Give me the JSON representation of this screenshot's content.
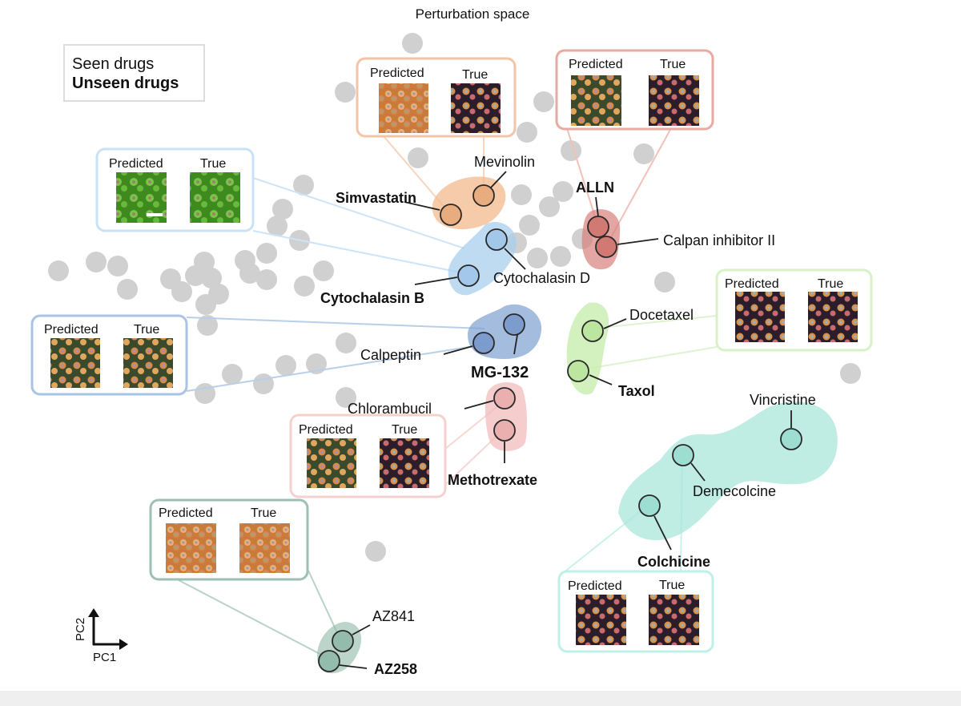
{
  "figure": {
    "title": "Perturbation space",
    "legend": {
      "seen": "Seen drugs",
      "unseen": "Unseen drugs"
    },
    "axes": {
      "y": "PC2",
      "x": "PC1"
    }
  },
  "panel_labels": {
    "predicted": "Predicted",
    "true": "True"
  },
  "clusters": [
    {
      "id": "statins",
      "color": "#f2b98c",
      "drugs": [
        {
          "name": "Simvastatin",
          "unseen": true
        },
        {
          "name": "Mevinolin",
          "unseen": false
        }
      ]
    },
    {
      "id": "calpain",
      "color": "#d9807a",
      "drugs": [
        {
          "name": "ALLN",
          "unseen": true
        },
        {
          "name": "Calpan inhibitor II",
          "unseen": false
        }
      ]
    },
    {
      "id": "actin",
      "color": "#a9cfee",
      "drugs": [
        {
          "name": "Cytochalasin D",
          "unseen": false
        },
        {
          "name": "Cytochalasin B",
          "unseen": true
        }
      ]
    },
    {
      "id": "proteasome",
      "color": "#7e9fd0",
      "drugs": [
        {
          "name": "Calpeptin",
          "unseen": false
        },
        {
          "name": "MG-132",
          "unseen": true
        }
      ]
    },
    {
      "id": "microtubule-stab",
      "color": "#c4ecaa",
      "drugs": [
        {
          "name": "Docetaxel",
          "unseen": false
        },
        {
          "name": "Taxol",
          "unseen": true
        }
      ]
    },
    {
      "id": "dna",
      "color": "#f1bcbc",
      "drugs": [
        {
          "name": "Chlorambucil",
          "unseen": false
        },
        {
          "name": "Methotrexate",
          "unseen": true
        }
      ]
    },
    {
      "id": "microtubule-destab",
      "color": "#a9e6da",
      "drugs": [
        {
          "name": "Vincristine",
          "unseen": false
        },
        {
          "name": "Demecolcine",
          "unseen": false
        },
        {
          "name": "Colchicine",
          "unseen": true
        }
      ]
    },
    {
      "id": "az",
      "color": "#8fb9a8",
      "drugs": [
        {
          "name": "AZ841",
          "unseen": false
        },
        {
          "name": "AZ258",
          "unseen": true
        }
      ]
    }
  ],
  "colors": {
    "background_point": "#d0d0d0",
    "border_statins": "#f2c5a8",
    "border_calpain": "#e8a9a0",
    "border_actin": "#c9e2f5",
    "border_proteasome": "#a9c3e4",
    "border_microtubule_stab": "#d8f1c6",
    "border_dna": "#f5d1cd",
    "border_microtubule_destab": "#bff0e8",
    "border_az": "#9dbfb5"
  }
}
